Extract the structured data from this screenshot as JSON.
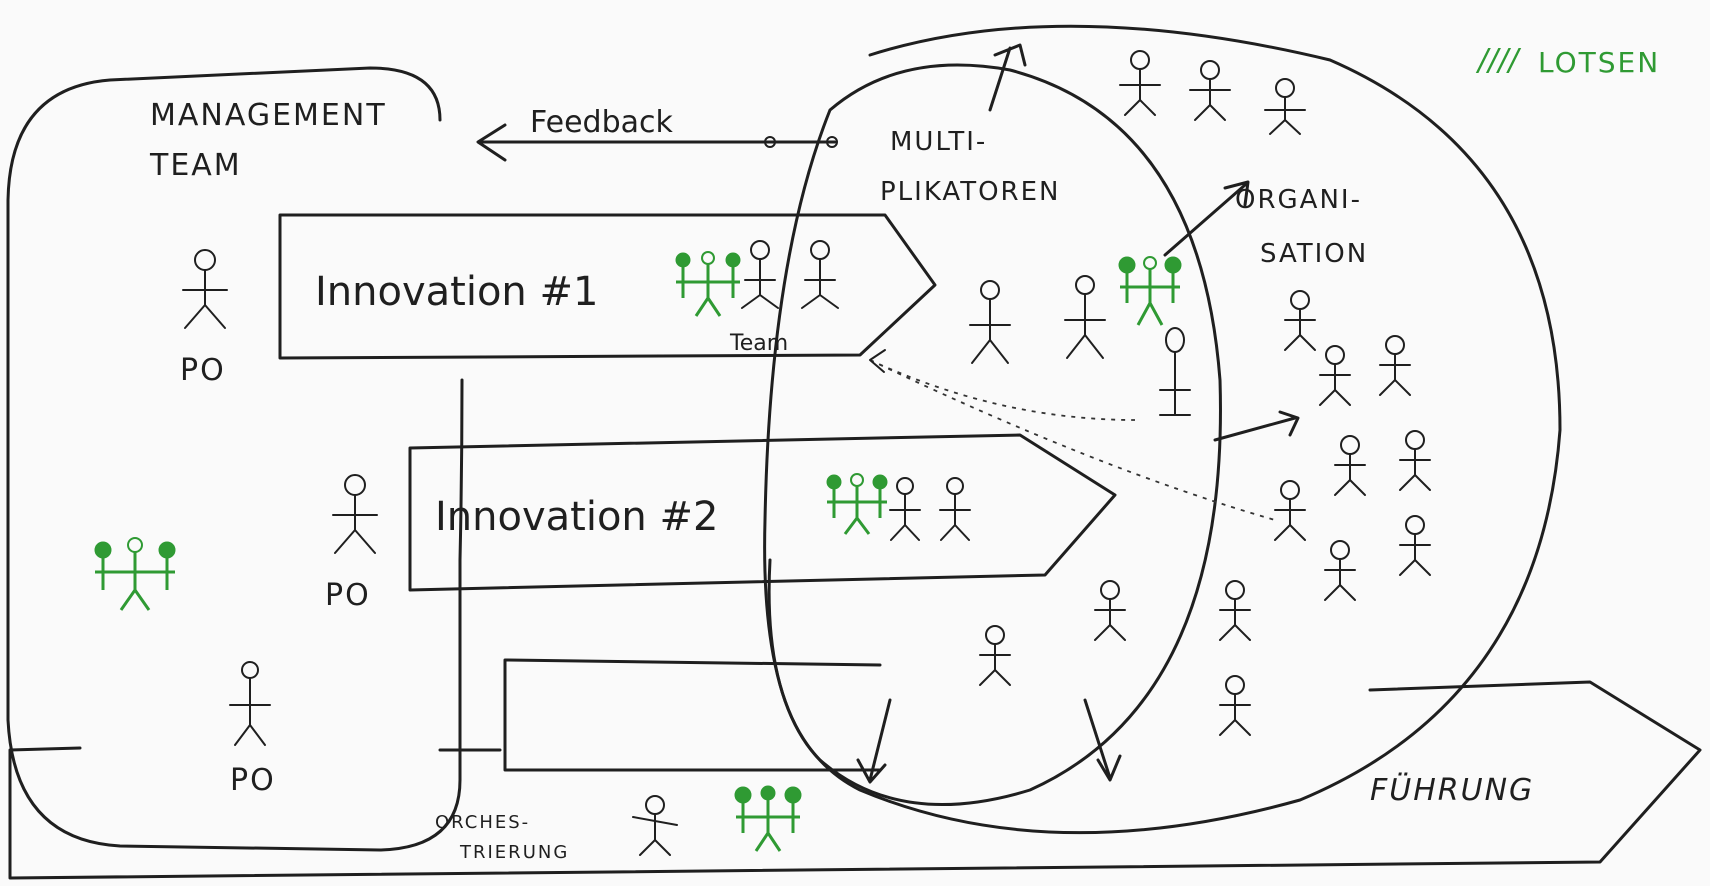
{
  "labels": {
    "management_team": [
      "MANAGEMENT",
      "TEAM"
    ],
    "feedback": "Feedback",
    "multiplikatoren": [
      "MULTI-",
      "PLIKATOREN"
    ],
    "organisation": [
      "ORGANI-",
      "SATION"
    ],
    "innovation_1": "Innovation #1",
    "innovation_2": "Innovation #2",
    "team": "Team",
    "po": "PO",
    "fuehrung": "FÜHRUNG",
    "orchestrierung": [
      "ORCHES-",
      "TRIERUNG"
    ],
    "legend_marks": "////",
    "legend_label": "LOTSEN"
  },
  "colors": {
    "ink": "#1f1f1f",
    "green": "#2f9a33",
    "paper": "#fafafa"
  }
}
